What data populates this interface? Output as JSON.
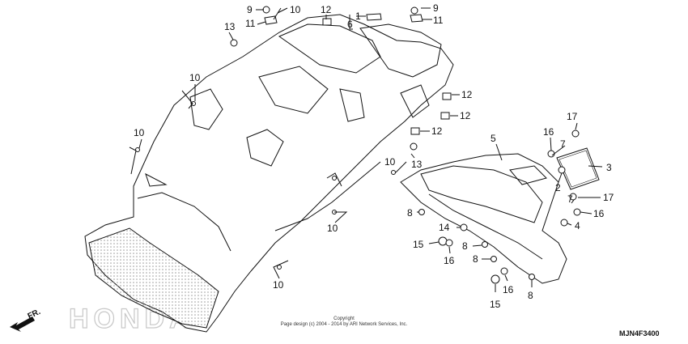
{
  "watermark": "HONDA",
  "direction_label": "FR.",
  "diagram_code": "MJN4F3400",
  "copyright": {
    "line1": "Copyright",
    "line2": "Page design (c) 2004 - 2014 by ARI Network Services, Inc."
  },
  "callouts": {
    "c1": "1",
    "c2": "2",
    "c3": "3",
    "c4": "4",
    "c5": "5",
    "c6": "6",
    "c7a": "7",
    "c7b": "7",
    "c8a": "8",
    "c8b": "8",
    "c8c": "8",
    "c8d": "8",
    "c9a": "9",
    "c9b": "9",
    "c10a": "10",
    "c10b": "10",
    "c10c": "10",
    "c10d": "10",
    "c10e": "10",
    "c10f": "10",
    "c11a": "11",
    "c11b": "11",
    "c12a": "12",
    "c12b": "12",
    "c12c": "12",
    "c12d": "12",
    "c13a": "13",
    "c13b": "13",
    "c14": "14",
    "c15a": "15",
    "c15b": "15",
    "c16a": "16",
    "c16b": "16",
    "c16c": "16",
    "c16d": "16",
    "c17a": "17",
    "c17b": "17"
  }
}
